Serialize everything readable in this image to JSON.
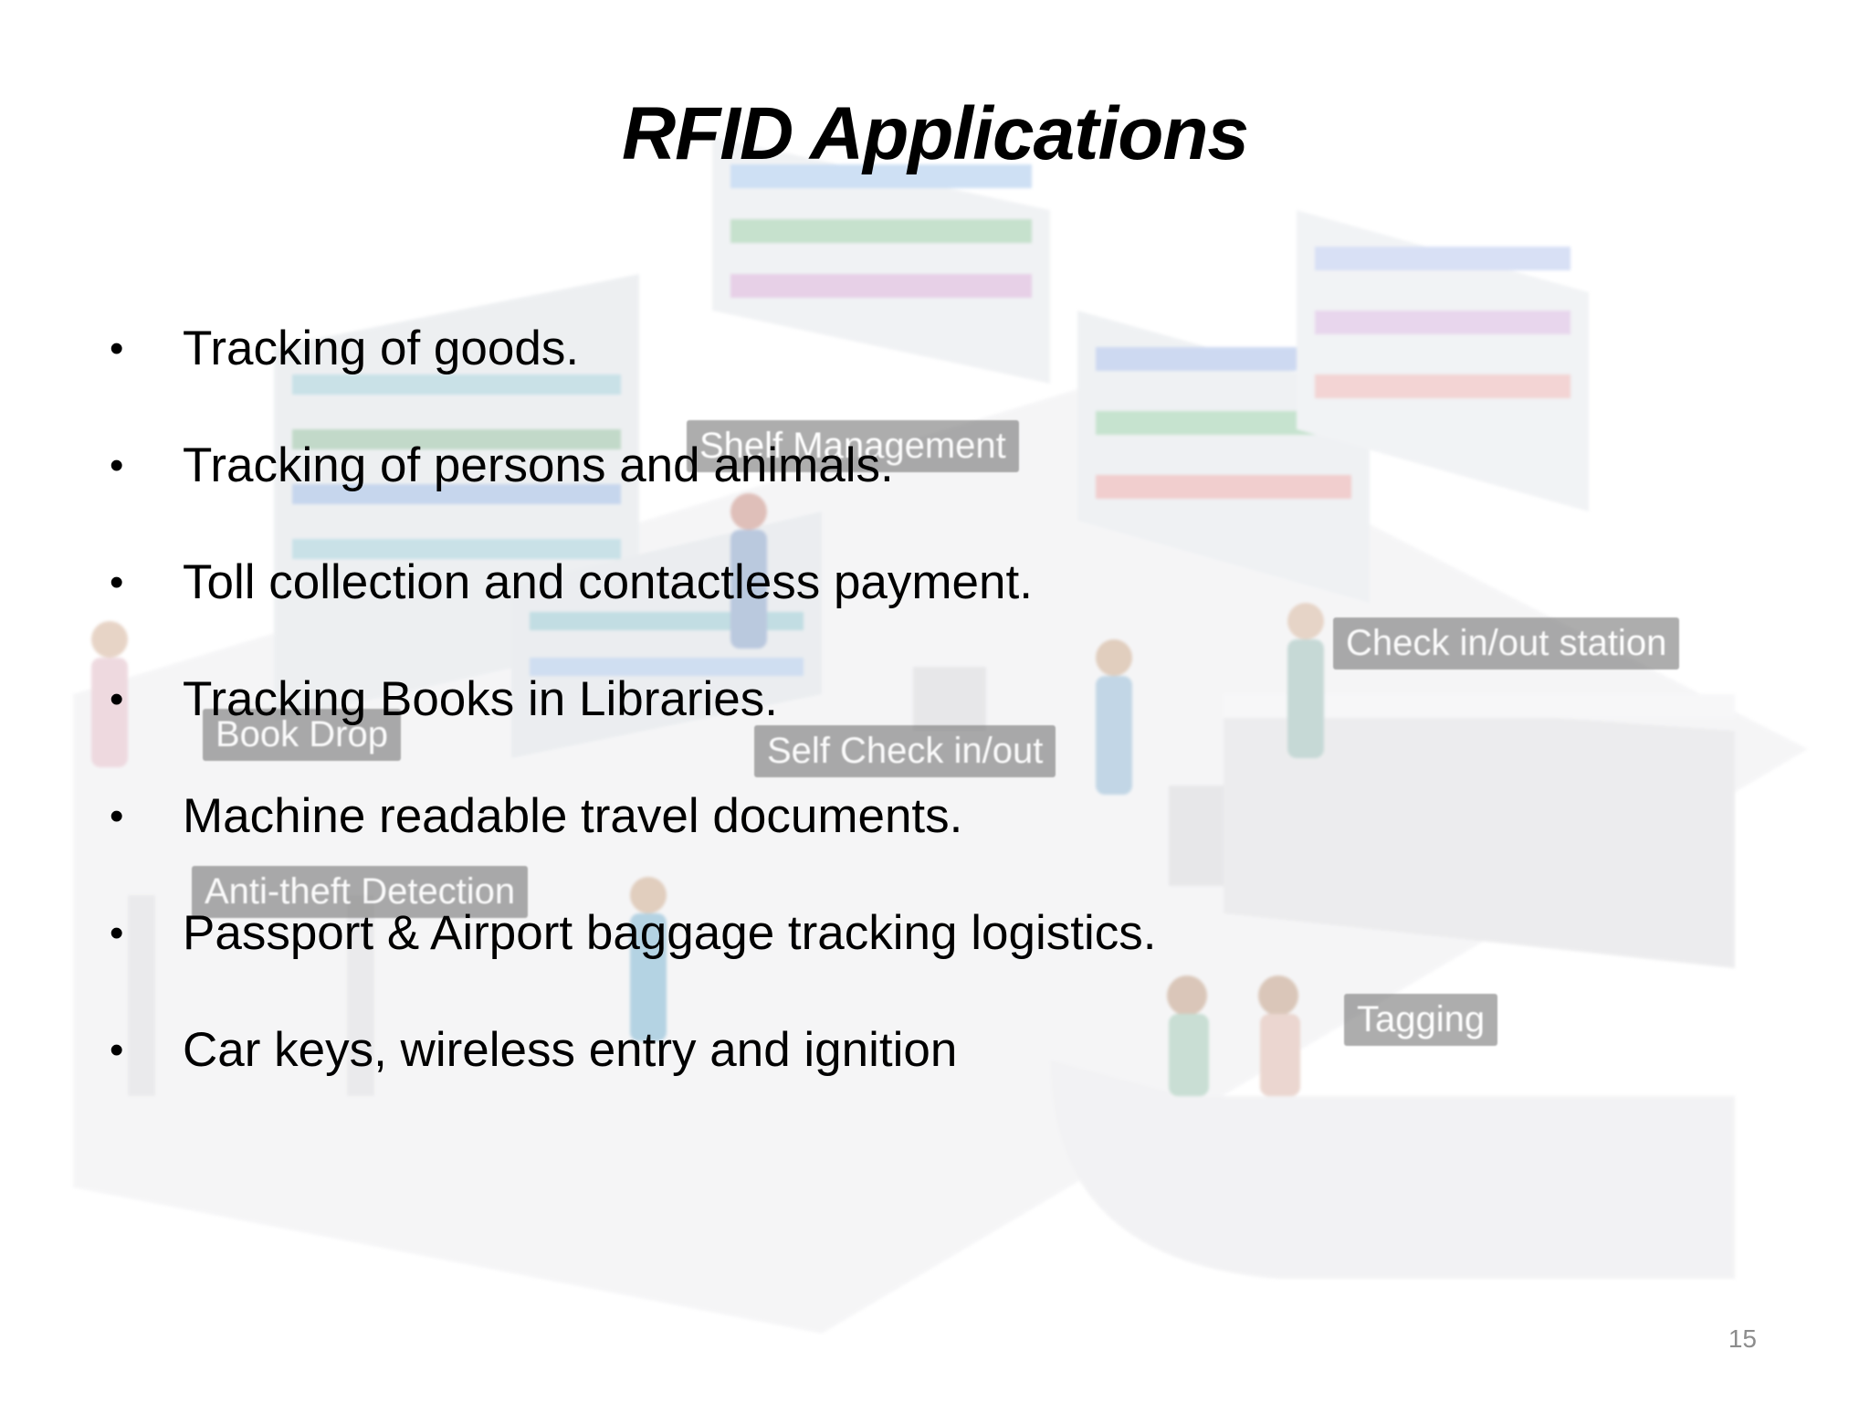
{
  "slide": {
    "title": "RFID Applications",
    "bullets": [
      "Tracking of goods.",
      "Tracking of persons and animals.",
      "Toll collection and contactless payment.",
      "Tracking Books in Libraries.",
      "Machine readable travel documents.",
      "Passport & Airport baggage tracking logistics.",
      "Car keys, wireless entry and ignition"
    ],
    "bullet_symbol": "•",
    "page_number": "15"
  },
  "background_illustration": {
    "labels": {
      "shelf_management": "Shelf Management",
      "check_station": "Check in/out station",
      "book_drop": "Book Drop",
      "self_check": "Self Check in/out",
      "anti_theft": "Anti-theft Detection",
      "tagging": "Tagging"
    }
  },
  "colors": {
    "text": "#000000",
    "page_number": "#8c8c8c",
    "background": "#ffffff"
  }
}
